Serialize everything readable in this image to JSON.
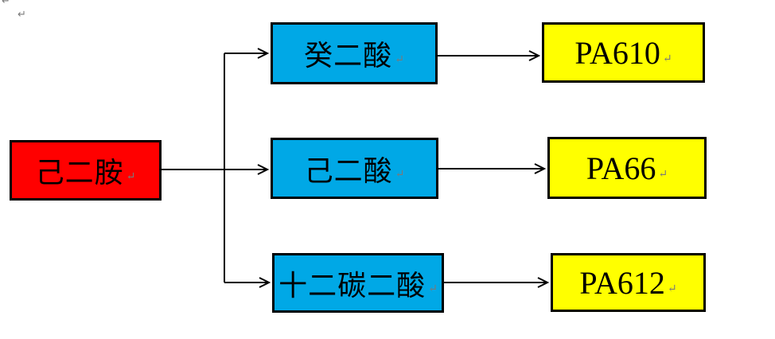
{
  "colors": {
    "source_fill": "#ff0000",
    "acid_fill": "#00a8e6",
    "product_fill": "#ffff00",
    "border": "#000000",
    "arrow": "#000000",
    "mark": "#7a7a7a",
    "background": "#ffffff"
  },
  "marks": {
    "paragraph_mark": "↵"
  },
  "nodes": {
    "source": {
      "label": "己二胺"
    },
    "rows": [
      {
        "acid": "癸二酸",
        "product": "PA610"
      },
      {
        "acid": "己二酸",
        "product": "PA66"
      },
      {
        "acid": "十二碳二酸",
        "product": "PA612"
      }
    ]
  }
}
